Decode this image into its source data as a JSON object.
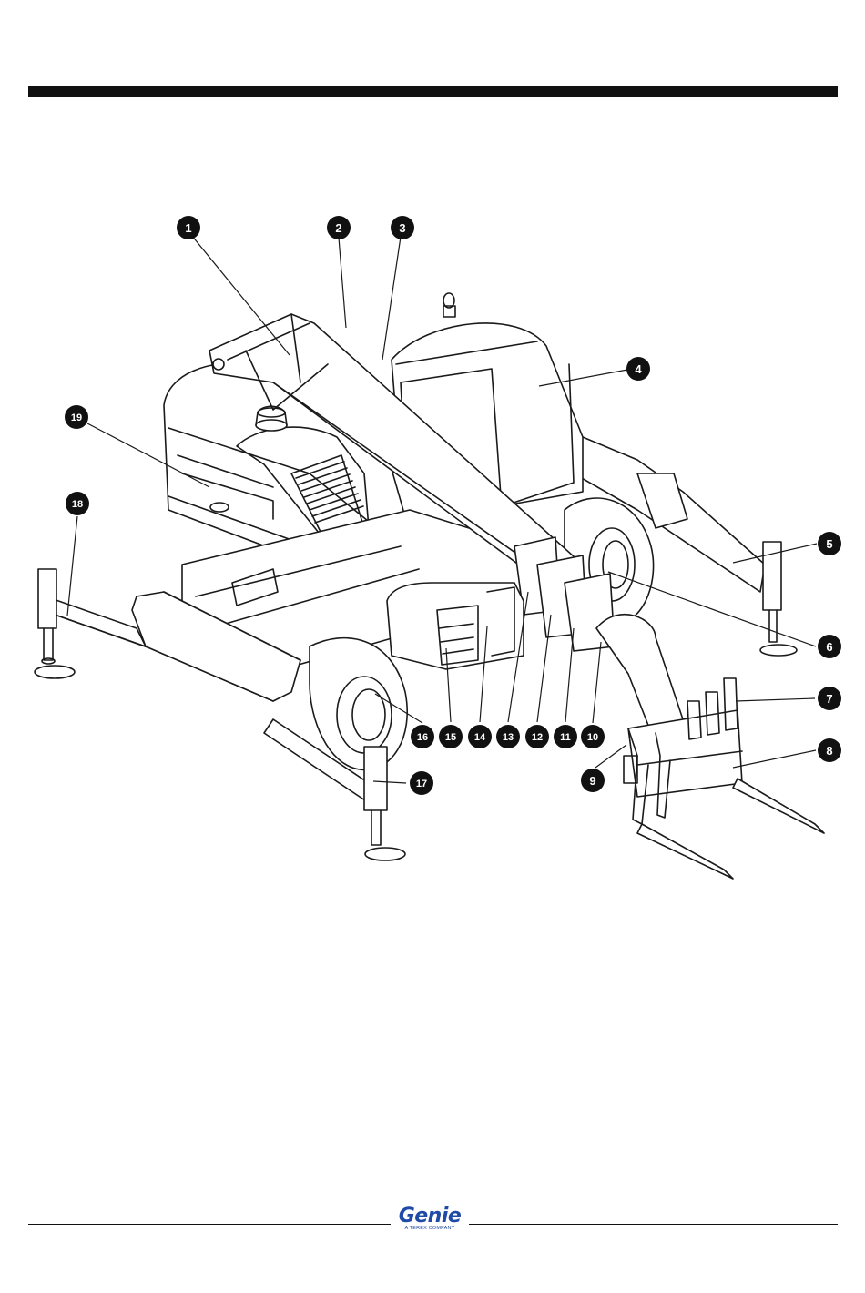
{
  "callouts": [
    {
      "id": "1",
      "label": "1"
    },
    {
      "id": "2",
      "label": "2"
    },
    {
      "id": "3",
      "label": "3"
    },
    {
      "id": "4",
      "label": "4"
    },
    {
      "id": "5",
      "label": "5"
    },
    {
      "id": "6",
      "label": "6"
    },
    {
      "id": "7",
      "label": "7"
    },
    {
      "id": "8",
      "label": "8"
    },
    {
      "id": "9",
      "label": "9"
    },
    {
      "id": "10",
      "label": "10"
    },
    {
      "id": "11",
      "label": "11"
    },
    {
      "id": "12",
      "label": "12"
    },
    {
      "id": "13",
      "label": "13"
    },
    {
      "id": "14",
      "label": "14"
    },
    {
      "id": "15",
      "label": "15"
    },
    {
      "id": "16",
      "label": "16"
    },
    {
      "id": "17",
      "label": "17"
    },
    {
      "id": "18",
      "label": "18"
    },
    {
      "id": "19",
      "label": "19"
    }
  ],
  "footer": {
    "logo_word": "Genie",
    "logo_sub": "A TEREX COMPANY",
    "logo_color": "#1f4aa5"
  }
}
